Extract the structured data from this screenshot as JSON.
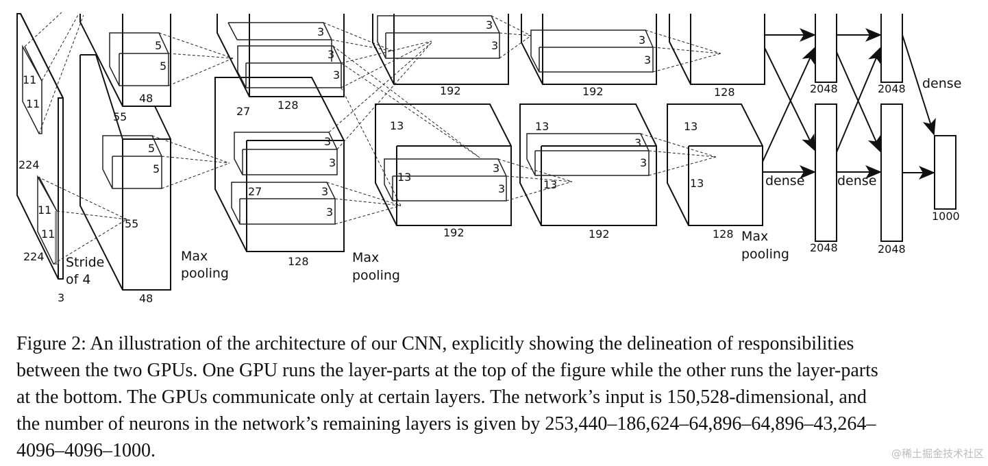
{
  "figure": {
    "labels": {
      "input_h": "224",
      "input_w": "224",
      "input_d": "3",
      "k1_h": "11",
      "k1_w": "11",
      "k1b_h": "11",
      "k1b_w": "11",
      "stride_l1": "Stride",
      "stride_l2": "of 4",
      "c1_size": "55",
      "c1_size_b": "55",
      "c1_depth_top": "48",
      "c1_depth_bot": "48",
      "k2": "5",
      "pool": "Max",
      "pooling": "pooling",
      "c2_size": "27",
      "c2_size_b": "27",
      "c2_depth_top": "128",
      "c2_depth_bot": "128",
      "k3": "3",
      "c3_size": "13",
      "c3_depth_top": "192",
      "c3_depth_bot": "192",
      "c4_size": "13",
      "c4_depth_top": "192",
      "c4_depth_bot": "192",
      "c5_size": "13",
      "c5_depth_top": "128",
      "c5_depth_bot": "128",
      "fc": "2048",
      "out": "1000",
      "dense": "dense"
    }
  },
  "caption": {
    "figure_label": "Figure 2:",
    "lines": [
      " An illustration of the architecture of our CNN, explicitly showing the delineation of responsibilities",
      "between the two GPUs. One GPU runs the layer-parts at the top of the figure while the other runs the layer-parts",
      "at the bottom. The GPUs communicate only at certain layers. The network’s input is 150,528-dimensional, and",
      "the number of neurons in the network’s remaining layers is given by 253,440–186,624–64,896–64,896–43,264–",
      "4096–4096–1000."
    ]
  },
  "watermark": "@稀土掘金技术社区"
}
